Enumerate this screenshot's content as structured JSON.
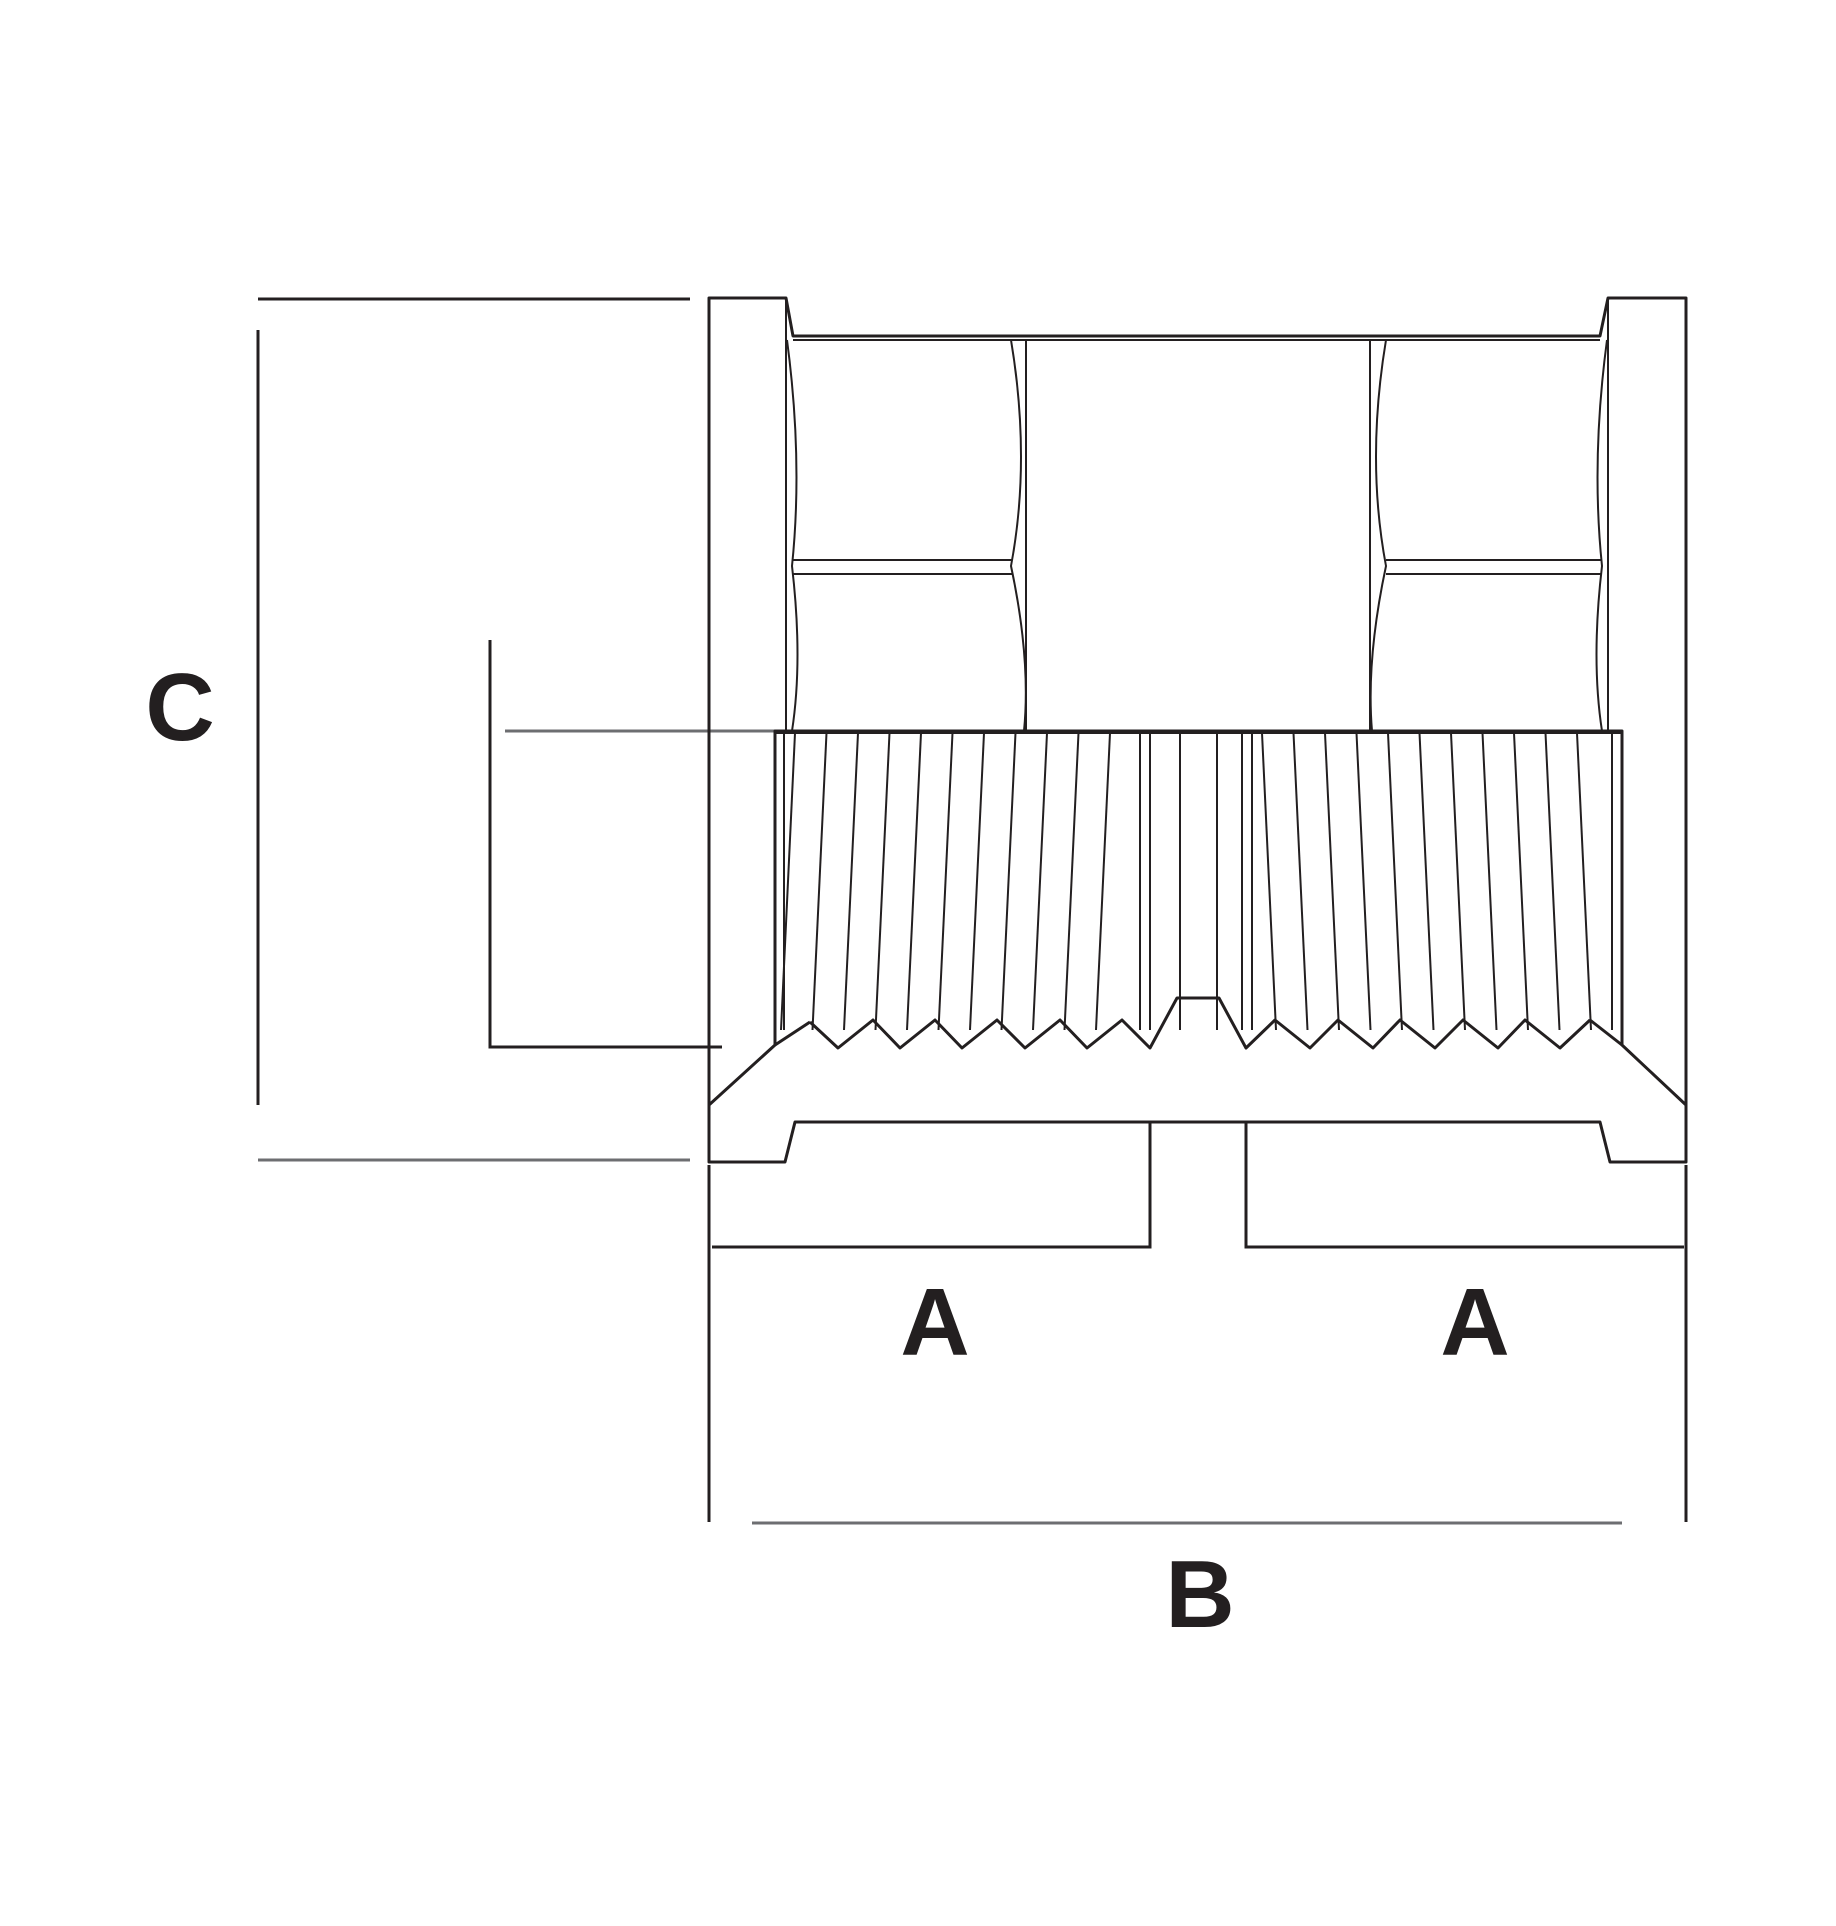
{
  "labels": {
    "c": "C",
    "a_left": "A",
    "a_right": "A",
    "b": "B"
  },
  "colors": {
    "line": "#231f20",
    "dim_line": "#6d6e71",
    "background": "#ffffff"
  }
}
